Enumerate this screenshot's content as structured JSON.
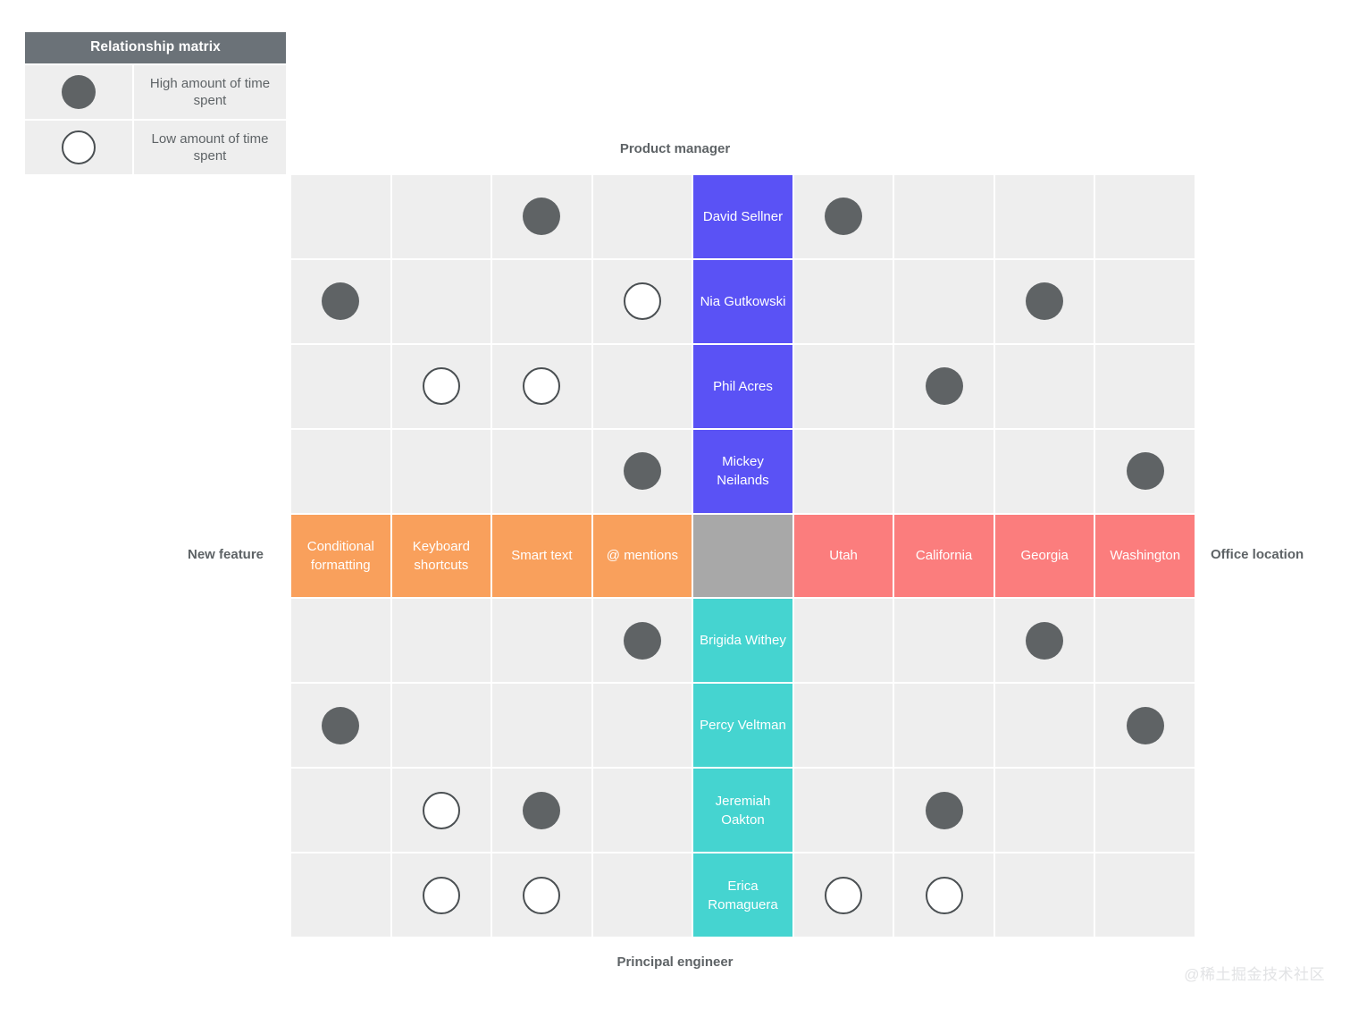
{
  "legend": {
    "title": "Relationship matrix",
    "rows": [
      {
        "marker": "high-time-dot-icon",
        "label": "High amount of time spent"
      },
      {
        "marker": "low-time-dot-icon",
        "label": "Low amount of time spent"
      }
    ]
  },
  "axes": {
    "top": "Product manager",
    "bottom": "Principal engineer",
    "left": "New feature",
    "right": "Office location"
  },
  "colors": {
    "legend_header": "#6b7278",
    "product_manager": "#5a52f5",
    "principal_engineer": "#45d4d0",
    "new_feature": "#f9a05c",
    "office_location": "#fb7d7d",
    "center": "#a8a8a8",
    "cell_empty": "#eeeeee",
    "dot_high": "#5f6365",
    "dot_low": "#ffffff"
  },
  "watermark": "@稀土掘金技术社区",
  "chart_data": {
    "type": "heatmap",
    "title": "Relationship matrix",
    "axis_labels": {
      "top": "Product manager",
      "bottom": "Principal engineer",
      "left": "New feature",
      "right": "Office location"
    },
    "legend": [
      {
        "symbol": "filled-circle",
        "meaning": "High amount of time spent"
      },
      {
        "symbol": "open-circle",
        "meaning": "Low amount of time spent"
      }
    ],
    "product_managers": [
      "David Sellner",
      "Nia Gutkowski",
      "Phil Acres",
      "Mickey Neilands"
    ],
    "principal_engineers": [
      "Brigida Withey",
      "Percy Veltman",
      "Jeremiah Oakton",
      "Erica Romaguera"
    ],
    "new_features": [
      "Conditional formatting",
      "Keyboard shortcuts",
      "Smart text",
      "@ mentions"
    ],
    "office_locations": [
      "Utah",
      "California",
      "Georgia",
      "Washington"
    ],
    "relationships": [
      {
        "person": "David Sellner",
        "role": "Product manager",
        "new_feature": "Smart text",
        "office_location": "Utah",
        "new_feature_level": "high",
        "office_location_level": "high"
      },
      {
        "person": "Nia Gutkowski",
        "role": "Product manager",
        "new_feature": "@ mentions",
        "office_location": "Georgia",
        "new_feature_level": "low",
        "office_location_level": "high",
        "extra_feature": "Conditional formatting",
        "extra_feature_level": "high"
      },
      {
        "person": "Phil Acres",
        "role": "Product manager",
        "new_feature": "Keyboard shortcuts",
        "office_location": "California",
        "new_feature_level": "low",
        "office_location_level": "high",
        "extra_feature": "Smart text",
        "extra_feature_level": "low"
      },
      {
        "person": "Mickey Neilands",
        "role": "Product manager",
        "new_feature": "@ mentions",
        "office_location": "Washington",
        "new_feature_level": "high",
        "office_location_level": "high"
      },
      {
        "person": "Brigida Withey",
        "role": "Principal engineer",
        "new_feature": "@ mentions",
        "office_location": "Georgia",
        "new_feature_level": "high",
        "office_location_level": "high"
      },
      {
        "person": "Percy Veltman",
        "role": "Principal engineer",
        "new_feature": "Conditional formatting",
        "office_location": "Washington",
        "new_feature_level": "high",
        "office_location_level": "high"
      },
      {
        "person": "Jeremiah Oakton",
        "role": "Principal engineer",
        "new_feature": "Smart text",
        "office_location": "California",
        "new_feature_level": "high",
        "office_location_level": "high",
        "extra_feature": "Keyboard shortcuts",
        "extra_feature_level": "low"
      },
      {
        "person": "Erica Romaguera",
        "role": "Principal engineer",
        "new_feature": "Keyboard shortcuts",
        "office_location": "Utah",
        "new_feature_level": "low",
        "office_location_level": "low",
        "extra_feature": "Smart text",
        "extra_feature_level": "low",
        "extra_office": "California",
        "extra_office_level": "low"
      }
    ],
    "grid": [
      {
        "row_label": "David Sellner",
        "row_type": "product-manager",
        "left_cells": [
          "",
          "",
          "high",
          ""
        ],
        "right_cells": [
          "high",
          "",
          "",
          ""
        ]
      },
      {
        "row_label": "Nia Gutkowski",
        "row_type": "product-manager",
        "left_cells": [
          "high",
          "",
          "",
          "low"
        ],
        "right_cells": [
          "",
          "",
          "high",
          ""
        ]
      },
      {
        "row_label": "Phil Acres",
        "row_type": "product-manager",
        "left_cells": [
          "",
          "low",
          "low",
          ""
        ],
        "right_cells": [
          "",
          "high",
          "",
          ""
        ]
      },
      {
        "row_label": "Mickey Neilands",
        "row_type": "product-manager",
        "left_cells": [
          "",
          "",
          "",
          "high"
        ],
        "right_cells": [
          "",
          "",
          "",
          "high"
        ]
      },
      {
        "row_label": "",
        "row_type": "center",
        "left_cells": [
          "Conditional formatting",
          "Keyboard shortcuts",
          "Smart text",
          "@ mentions"
        ],
        "right_cells": [
          "Utah",
          "California",
          "Georgia",
          "Washington"
        ]
      },
      {
        "row_label": "Brigida Withey",
        "row_type": "principal-engineer",
        "left_cells": [
          "",
          "",
          "",
          "high"
        ],
        "right_cells": [
          "",
          "",
          "high",
          ""
        ]
      },
      {
        "row_label": "Percy Veltman",
        "row_type": "principal-engineer",
        "left_cells": [
          "high",
          "",
          "",
          ""
        ],
        "right_cells": [
          "",
          "",
          "",
          "high"
        ]
      },
      {
        "row_label": "Jeremiah Oakton",
        "row_type": "principal-engineer",
        "left_cells": [
          "",
          "low",
          "high",
          ""
        ],
        "right_cells": [
          "",
          "high",
          "",
          ""
        ]
      },
      {
        "row_label": "Erica Romaguera",
        "row_type": "principal-engineer",
        "left_cells": [
          "",
          "low",
          "low",
          ""
        ],
        "right_cells": [
          "low",
          "low",
          "",
          ""
        ]
      }
    ]
  }
}
